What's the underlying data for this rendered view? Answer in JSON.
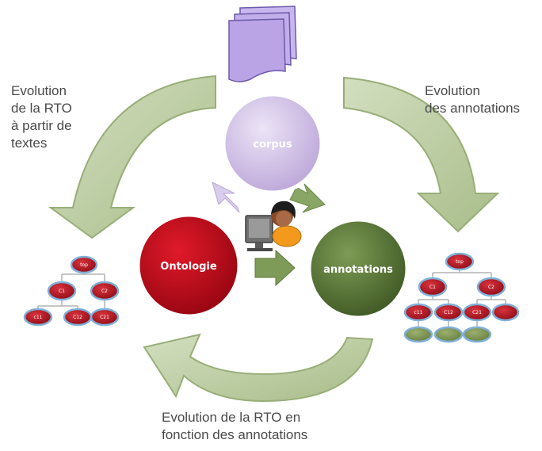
{
  "labels": {
    "top_left": [
      "Evolution",
      "de la RTO",
      "à partir de",
      "textes"
    ],
    "top_right": [
      "Evolution",
      "des annotations"
    ],
    "bottom": [
      "Evolution  de la RTO en",
      "fonction des annotations"
    ]
  },
  "nodes": {
    "corpus": "corpus",
    "ontologie": "Ontologie",
    "annotations": "annotations"
  },
  "trees": {
    "left": [
      "top",
      "C1",
      "C2",
      "c11",
      "C12",
      "C21"
    ],
    "right": [
      "top",
      "C1",
      "C2",
      "c11",
      "C12",
      "C21",
      "",
      "",
      "",
      "",
      ""
    ]
  },
  "icons": [
    "documents-stack-icon",
    "user-at-computer-icon"
  ],
  "colors": {
    "cycle_arrow": "#b7c99a",
    "corpus": "#c9b8e0",
    "ontologie": "#c0101e",
    "annotations": "#5c7a38",
    "tree_node": "#a01420",
    "tree_border": "#7fb0d8"
  }
}
